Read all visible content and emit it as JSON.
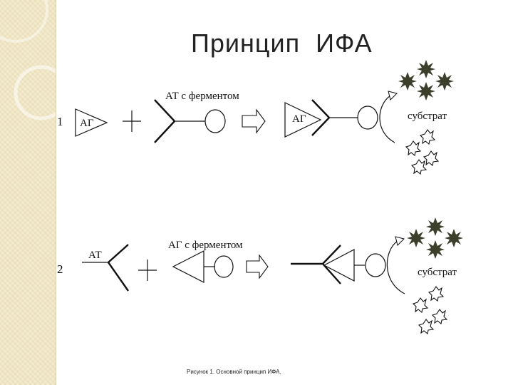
{
  "title": "Принцип  ИФА",
  "caption": "Рисунок 1. Основной принцип ИФА.",
  "row1": {
    "number": "1",
    "antigen_label": "АГ",
    "antibody_enzyme_label": "АТ с ферментом",
    "complex_antigen_label": "АГ",
    "substrate_label": "субстрат"
  },
  "row2": {
    "number": "2",
    "antibody_label": "АТ",
    "antigen_enzyme_label": "АГ с  ферментом",
    "substrate_label": "субстрат"
  },
  "colors": {
    "product": "#3c3f2c",
    "line": "#111111",
    "sidebar": "#f3ebcf"
  }
}
